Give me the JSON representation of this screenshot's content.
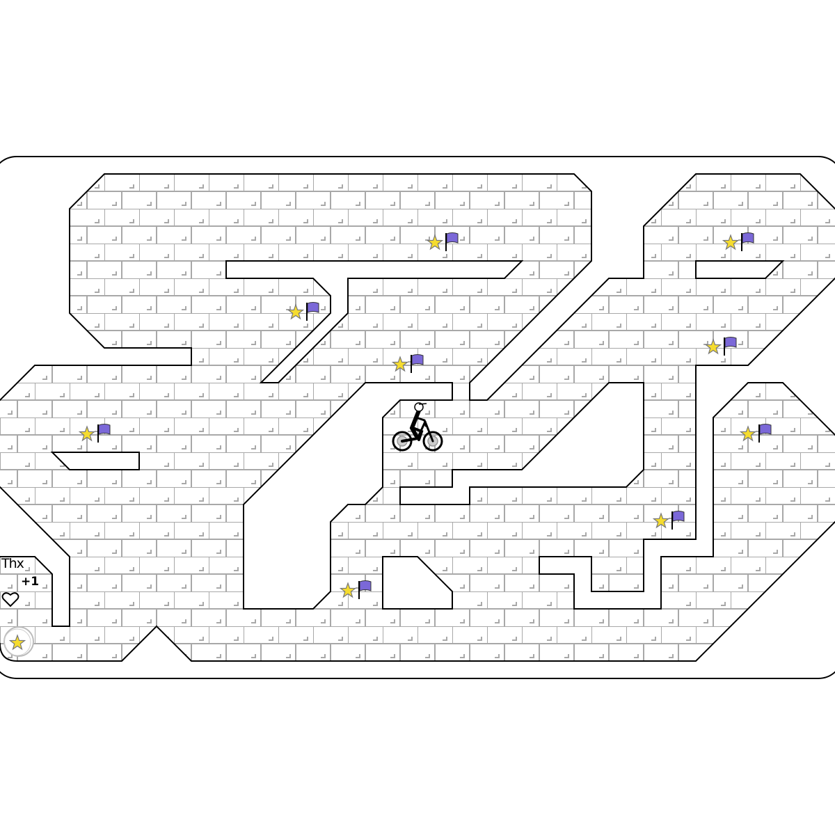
{
  "hud": {
    "thanks_label": "Thx",
    "plus_one_label": "+1",
    "like_icon": "heart-icon",
    "favorite_icon": "star-icon"
  },
  "game": {
    "checkpoint_icon": "flag-icon",
    "target_icon": "star-icon",
    "player_icon": "bike-rider"
  },
  "colors": {
    "track_line": "#000000",
    "brick_line": "#a8a8a8",
    "star_fill": "#f5dc2f",
    "star_stroke": "#777777",
    "flag_fill": "#7b68d8",
    "background": "#ffffff"
  }
}
